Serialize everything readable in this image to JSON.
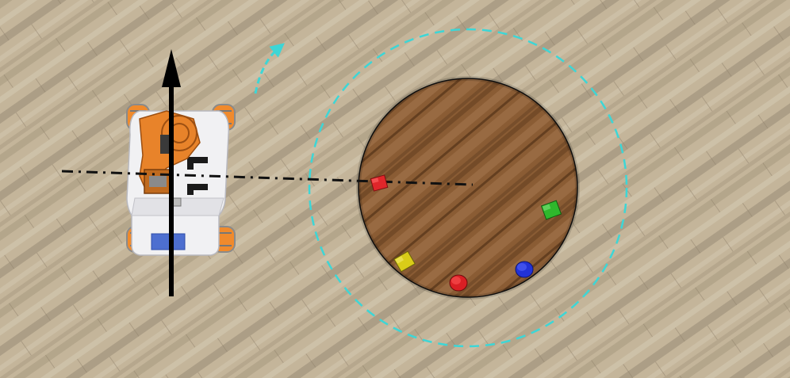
{
  "scene": {
    "floor_colors": [
      "#c4b59a",
      "#a8997f",
      "#8f826c",
      "#d2c6ae"
    ],
    "table_colors": [
      "#8a5c34",
      "#6b4424",
      "#a57850",
      "#5a381c"
    ],
    "orbit_color": "#3dd6d6",
    "robot": {
      "body_color": "#f1f1f3",
      "arm_color": "#e8832a",
      "wheel_color": "#f08a2c",
      "panel_color": "#4d6fd0"
    },
    "objects": [
      {
        "name": "red-cube",
        "color": "#e0262a"
      },
      {
        "name": "green-cube",
        "color": "#2fb82c"
      },
      {
        "name": "yellow-cube",
        "color": "#d9cc18"
      },
      {
        "name": "red-cylinder",
        "color": "#d91f24"
      },
      {
        "name": "blue-cylinder",
        "color": "#2232d6"
      }
    ]
  }
}
